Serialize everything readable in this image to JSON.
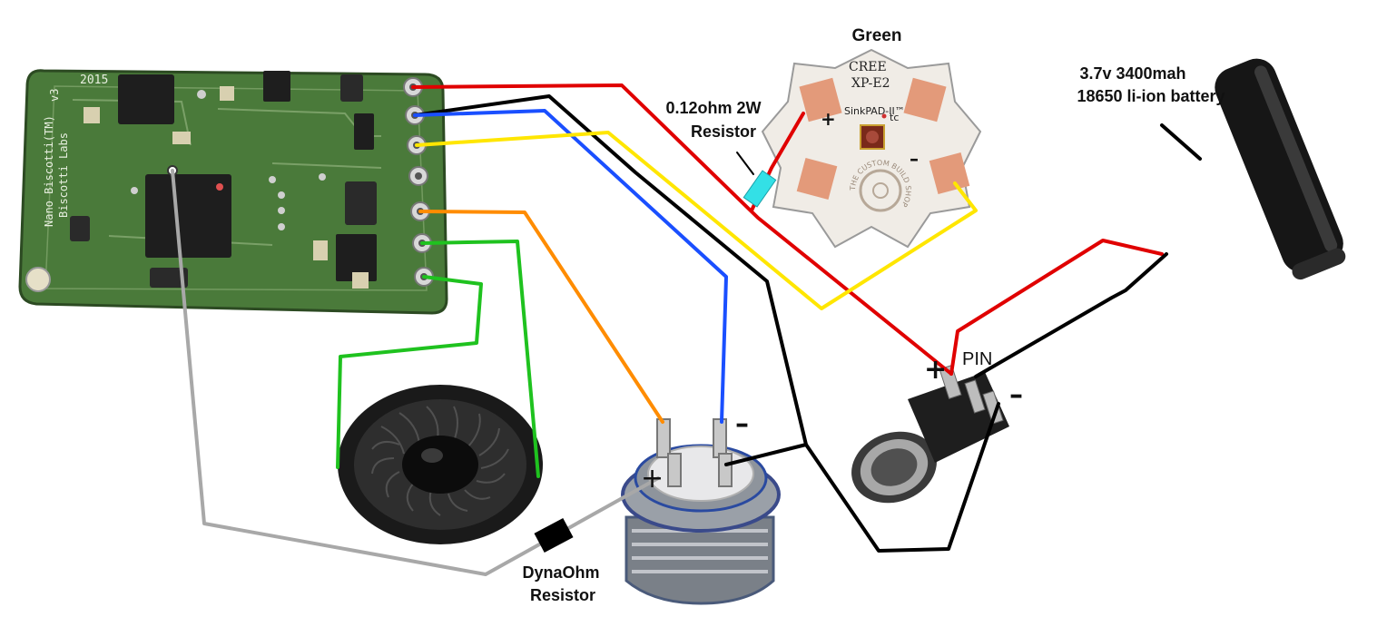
{
  "labels": {
    "led_color": "Green",
    "resistor_line1": "0.12ohm 2W",
    "resistor_line2": "Resistor",
    "battery_line1": "3.7v 3400mah",
    "battery_line2": "18650 li-ion battery",
    "pin": "PIN",
    "jack_plus": "+",
    "jack_minus": "–",
    "switch_minus": "–",
    "switch_plus": "+",
    "dyna_line1": "DynaOhm",
    "dyna_line2": "Resistor"
  },
  "board": {
    "silk_year": "2015",
    "silk_rev": "v3",
    "silk_name": "Nano Biscotti(TM)",
    "silk_lab": "Biscotti Labs"
  },
  "led": {
    "brand": "CREE",
    "model": "XP-E2",
    "pad": "SinkPAD-II™",
    "plus": "+",
    "minus": "–",
    "tc": "tc",
    "ring": "THE CUSTOM BUILD SHOP"
  },
  "colors": {
    "red": "#e00000",
    "black": "#000000",
    "blue": "#1a4fff",
    "yellow": "#ffe600",
    "orange": "#ff8c00",
    "green": "#1fc21f",
    "gray": "#a8a8a8",
    "resistor": "#33e0e6",
    "board": "#4a7a3a"
  }
}
